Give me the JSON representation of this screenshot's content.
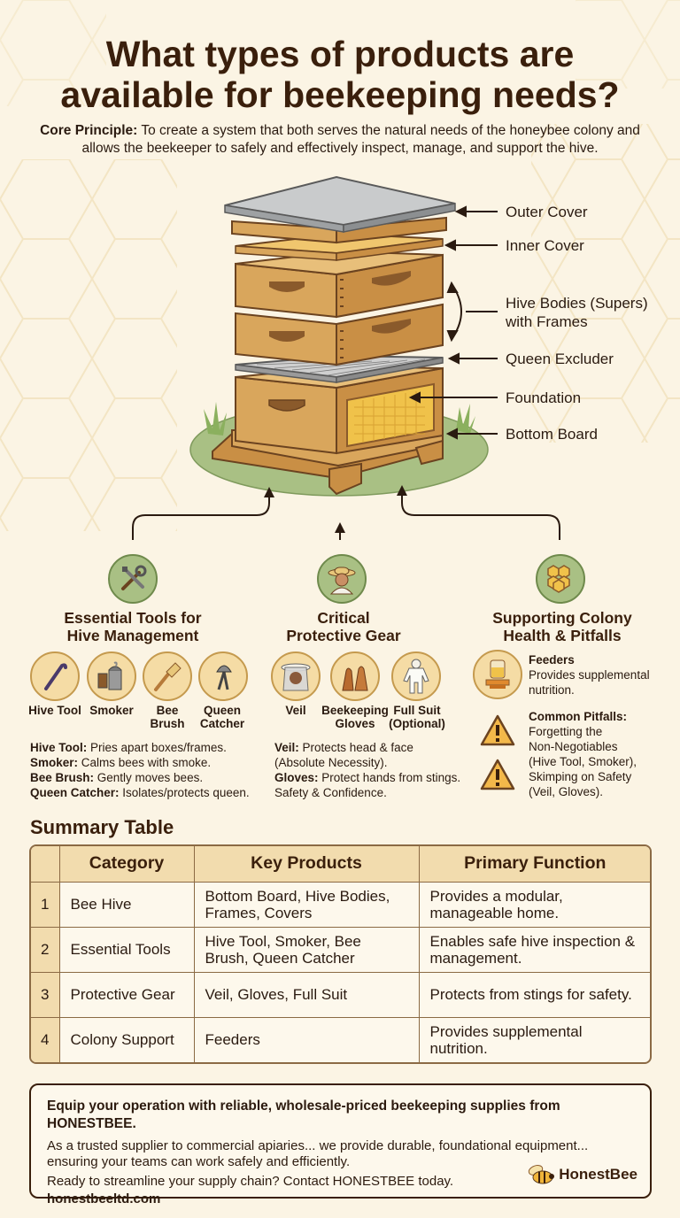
{
  "header": {
    "title_line1": "What types of products are",
    "title_line2": "available for beekeeping needs?",
    "principle_label": "Core Principle:",
    "principle_text": " To create a system that both serves the natural needs of the honeybee colony and allows the beekeeper to safely and effectively inspect, manage, and support the hive."
  },
  "hive_labels": {
    "outer_cover": "Outer Cover",
    "inner_cover": "Inner Cover",
    "hive_bodies_1": "Hive Bodies (Supers)",
    "hive_bodies_2": "with Frames",
    "queen_excluder": "Queen Excluder",
    "foundation": "Foundation",
    "bottom_board": "Bottom Board"
  },
  "sections": {
    "tools": {
      "heading_1": "Essential Tools for",
      "heading_2": "Hive Management",
      "items": [
        {
          "label_1": "Hive Tool",
          "label_2": ""
        },
        {
          "label_1": "Smoker",
          "label_2": ""
        },
        {
          "label_1": "Bee",
          "label_2": "Brush"
        },
        {
          "label_1": "Queen",
          "label_2": "Catcher"
        }
      ],
      "descriptions": [
        {
          "term": "Hive Tool:",
          "text": " Pries apart boxes/frames."
        },
        {
          "term": "Smoker:",
          "text": " Calms bees with smoke."
        },
        {
          "term": "Bee Brush:",
          "text": " Gently moves bees."
        },
        {
          "term": "Queen Catcher:",
          "text": " Isolates/protects queen."
        }
      ]
    },
    "gear": {
      "heading_1": "Critical",
      "heading_2": "Protective Gear",
      "items": [
        {
          "label_1": "Veil",
          "label_2": ""
        },
        {
          "label_1": "Beekeeping",
          "label_2": "Gloves"
        },
        {
          "label_1": "Full Suit",
          "label_2": "(Optional)"
        }
      ],
      "desc_1_term": "Veil:",
      "desc_1_text": " Protects head & face",
      "desc_1_text2": "(Absolute Necessity).",
      "desc_2_term": "Gloves:",
      "desc_2_text": " Protect hands from stings.",
      "desc_2_text2": "Safety & Confidence."
    },
    "support": {
      "heading_1": "Supporting Colony",
      "heading_2": "Health & Pitfalls",
      "feeders_title": "Feeders",
      "feeders_text_1": "Provides supplemental",
      "feeders_text_2": "nutrition.",
      "pitfalls_title": "Common Pitfalls:",
      "pitfalls_lines": [
        "Forgetting the",
        "Non-Negotiables",
        "(Hive Tool, Smoker),",
        "Skimping on Safety",
        "(Veil, Gloves)."
      ]
    }
  },
  "summary": {
    "title": "Summary Table",
    "headers": [
      "",
      "Category",
      "Key Products",
      "Primary Function"
    ],
    "rows": [
      {
        "num": "1",
        "category": "Bee Hive",
        "products": "Bottom Board, Hive Bodies, Frames, Covers",
        "function": "Provides a modular, manageable home."
      },
      {
        "num": "2",
        "category": "Essential Tools",
        "products": "Hive Tool, Smoker, Bee Brush, Queen Catcher",
        "function": "Enables safe hive inspection & management."
      },
      {
        "num": "3",
        "category": "Protective Gear",
        "products": "Veil, Gloves, Full Suit",
        "function": "Protects from stings for safety."
      },
      {
        "num": "4",
        "category": "Colony Support",
        "products": "Feeders",
        "function": "Provides supplemental nutrition."
      }
    ]
  },
  "cta": {
    "heading": "Equip your operation with reliable, wholesale-priced beekeeping supplies from HONESTBEE.",
    "text_1": "As a trusted supplier to commercial apiaries... we provide durable, foundational equipment... ensuring your teams can work safely and efficiently.",
    "text_2": "Ready to streamline your supply chain? Contact HONESTBEE today.",
    "website": "honestbeeltd.com",
    "brand": "HonestBee"
  },
  "colors": {
    "background": "#fbf4e4",
    "heading": "#3a1f0c",
    "wood": "#d9a65c",
    "accent": "#f2dcae",
    "warning": "#f3b84a"
  },
  "icons": [
    "tools-icon",
    "beekeeper-icon",
    "honeycomb-icon",
    "hive-tool-icon",
    "smoker-icon",
    "bee-brush-icon",
    "queen-catcher-icon",
    "veil-icon",
    "gloves-icon",
    "full-suit-icon",
    "feeder-icon",
    "warning-icon",
    "bee-logo-icon"
  ]
}
